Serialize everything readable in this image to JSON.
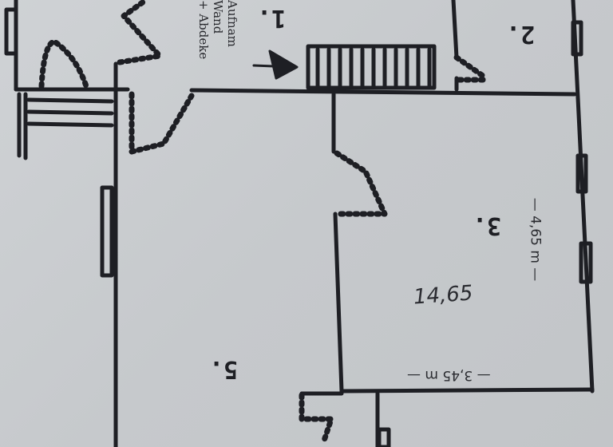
{
  "floor_plan": {
    "description": "Hand-drawn floor plan sketch (photographed upside down)",
    "colors": {
      "paper": "#c9cccf",
      "ink": "#1e1f24"
    },
    "rooms": [
      {
        "id": "room-top-center",
        "label": "1."
      },
      {
        "id": "room-top-right",
        "label": "2."
      },
      {
        "id": "room-right",
        "label": "3."
      },
      {
        "id": "room-left",
        "label": "5."
      }
    ],
    "area_label": "14,65",
    "dimensions": {
      "vertical": "— 4,65 m —",
      "horizontal": "— 3,45 m —"
    },
    "note": {
      "line1": "Aufnam",
      "line2": "Wand",
      "line3": "+ Abdeke"
    },
    "symbols": [
      "stairs-left",
      "stairs-top",
      "entry-arrow",
      "doors",
      "windows"
    ]
  }
}
